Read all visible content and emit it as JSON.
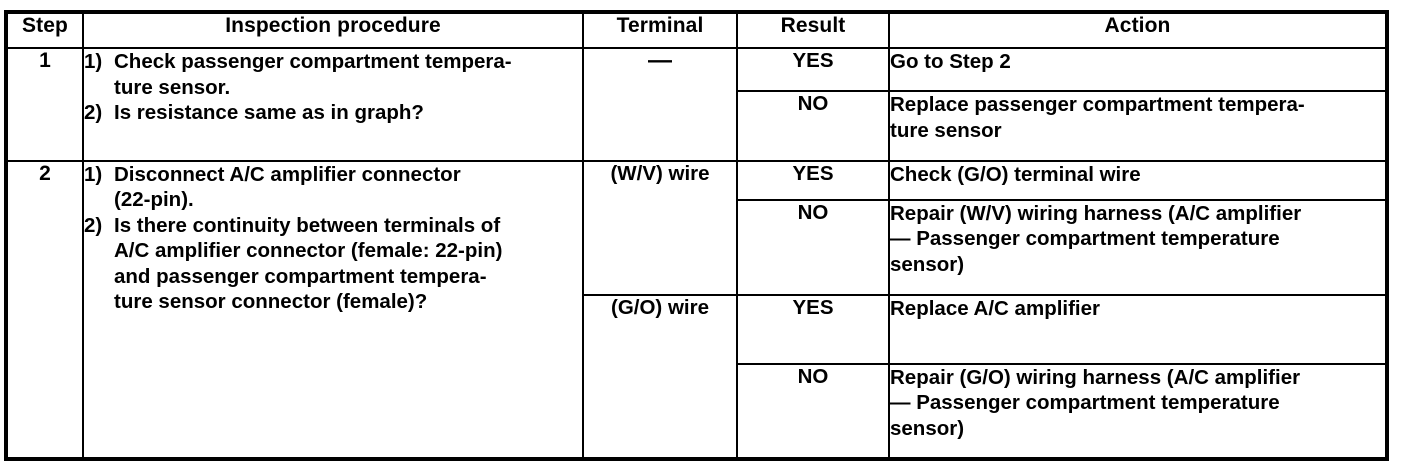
{
  "table": {
    "columns": [
      {
        "key": "step",
        "label": "Step"
      },
      {
        "key": "procedure",
        "label": "Inspection procedure"
      },
      {
        "key": "terminal",
        "label": "Terminal"
      },
      {
        "key": "result",
        "label": "Result"
      },
      {
        "key": "action",
        "label": "Action"
      }
    ],
    "rows": [
      {
        "step": "1",
        "procedure_items": [
          {
            "marker": "1)",
            "text": "Check passenger compartment tempera-\nture sensor."
          },
          {
            "marker": "2)",
            "text": "Is resistance same as in graph?"
          }
        ],
        "terminal_groups": [
          {
            "terminal": "—",
            "outcomes": [
              {
                "result": "YES",
                "action": "Go to Step 2"
              },
              {
                "result": "NO",
                "action": "Replace passenger compartment tempera-\nture sensor"
              }
            ]
          }
        ]
      },
      {
        "step": "2",
        "procedure_items": [
          {
            "marker": "1)",
            "text": "Disconnect A/C amplifier connector\n(22-pin)."
          },
          {
            "marker": "2)",
            "text": "Is there continuity between terminals of\nA/C amplifier connector (female: 22-pin)\nand passenger compartment tempera-\nture sensor connector (female)?"
          }
        ],
        "terminal_groups": [
          {
            "terminal": "(W/V)  wire",
            "outcomes": [
              {
                "result": "YES",
                "action": "Check (G/O) terminal wire"
              },
              {
                "result": "NO",
                "action": "Repair (W/V) wiring harness (A/C amplifier\n— Passenger compartment temperature\nsensor)"
              }
            ]
          },
          {
            "terminal": "(G/O) wire",
            "outcomes": [
              {
                "result": "YES",
                "action": "Replace A/C amplifier"
              },
              {
                "result": "NO",
                "action": "Repair (G/O) wiring harness (A/C amplifier\n— Passenger compartment temperature\nsensor)"
              }
            ]
          }
        ]
      }
    ]
  },
  "colors": {
    "ink": "#000000",
    "paper": "#ffffff"
  }
}
